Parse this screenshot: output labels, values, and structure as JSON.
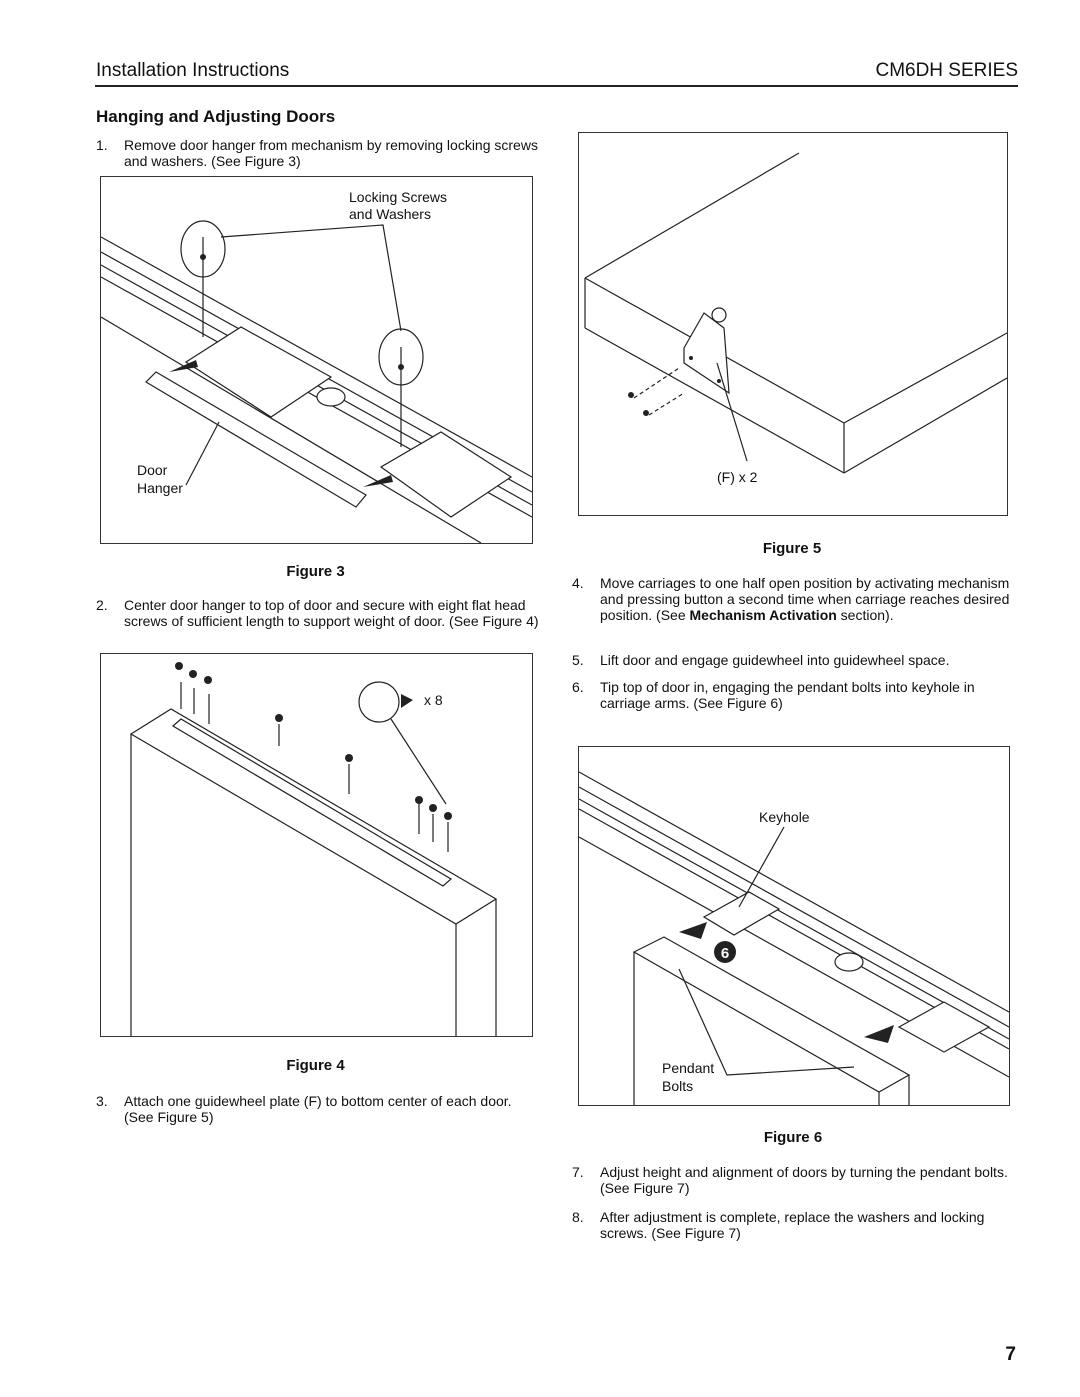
{
  "header": {
    "left": "Installation Instructions",
    "right": "CM6DH SERIES"
  },
  "section_title": "Hanging and Adjusting Doors",
  "steps": [
    {
      "num": "1.",
      "text": "Remove door hanger from mechanism by removing locking screws and washers. (See Figure 3)"
    },
    {
      "num": "2.",
      "text": "Center door hanger to top of door and secure with eight flat head screws of sufficient length to support weight of door. (See Figure 4)"
    },
    {
      "num": "3.",
      "text": "Attach one guidewheel plate (F) to bottom center of each door. (See Figure 5)"
    },
    {
      "num": "4.",
      "text_pre": "Move carriages to one half open position by activating mechanism and pressing button a second time when carriage reaches desired position. (See ",
      "text_bold": "Mechanism Activation",
      "text_post": " section)."
    },
    {
      "num": "5.",
      "text": "Lift door and engage guidewheel into guidewheel space."
    },
    {
      "num": "6.",
      "text": "Tip top of door in, engaging the pendant bolts into keyhole in carriage arms. (See Figure 6)"
    },
    {
      "num": "7.",
      "text": "Adjust height and alignment of doors by turning the pendant bolts. (See Figure 7)"
    },
    {
      "num": "8.",
      "text": "After adjustment is complete, replace the washers and locking screws. (See Figure 7)"
    }
  ],
  "figures": {
    "fig3": {
      "caption": "Figure 3",
      "label_screws_1": "Locking Screws",
      "label_screws_2": "and Washers",
      "label_door_1": "Door",
      "label_door_2": "Hanger"
    },
    "fig4": {
      "caption": "Figure 4",
      "label_qty": "x 8"
    },
    "fig5": {
      "caption": "Figure 5",
      "label_plate": "(F) x 2"
    },
    "fig6": {
      "caption": "Figure 6",
      "label_keyhole": "Keyhole",
      "label_pendant_1": "Pendant",
      "label_pendant_2": "Bolts",
      "badge": "6"
    }
  },
  "page_number": "7"
}
